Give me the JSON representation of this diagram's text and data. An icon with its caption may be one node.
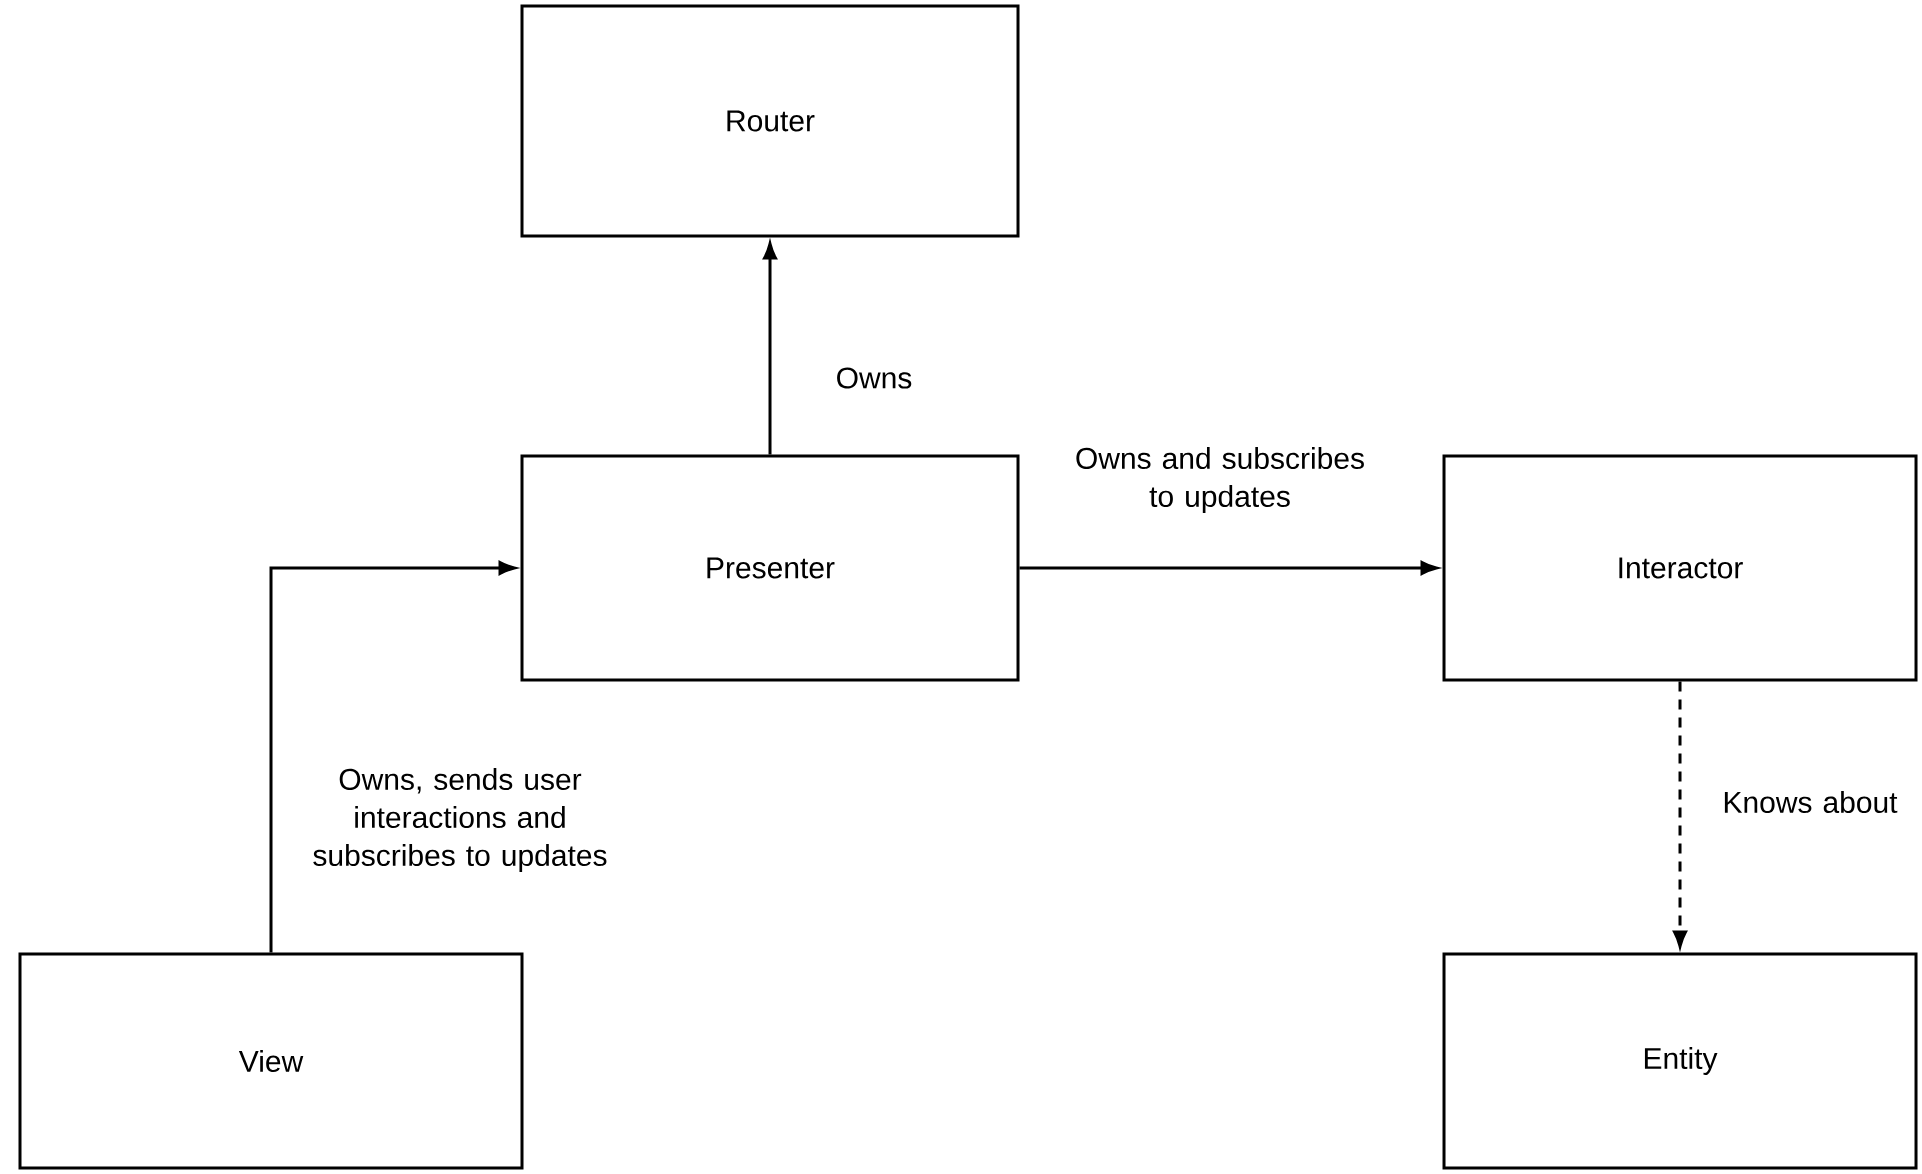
{
  "diagram": {
    "nodes": [
      {
        "text": [
          "Router"
        ]
      },
      {
        "text": [
          "Presenter"
        ]
      },
      {
        "text": [
          "Interactor"
        ]
      },
      {
        "text": [
          "View"
        ]
      },
      {
        "text": [
          "Entity"
        ]
      }
    ],
    "edges": [
      {
        "from": 1,
        "to": 0,
        "arrow": "to",
        "label": "Owns"
      },
      {
        "from": 3,
        "to": 1,
        "arrow": "to",
        "label": "Owns, sends user interactions and subscribes to updates"
      },
      {
        "from": 1,
        "to": 2,
        "arrow": "to",
        "label": "Owns and subscribes to updates"
      },
      {
        "from": 2,
        "to": 4,
        "arrow": "to",
        "label": "Knows about",
        "style": "dashed"
      }
    ]
  }
}
